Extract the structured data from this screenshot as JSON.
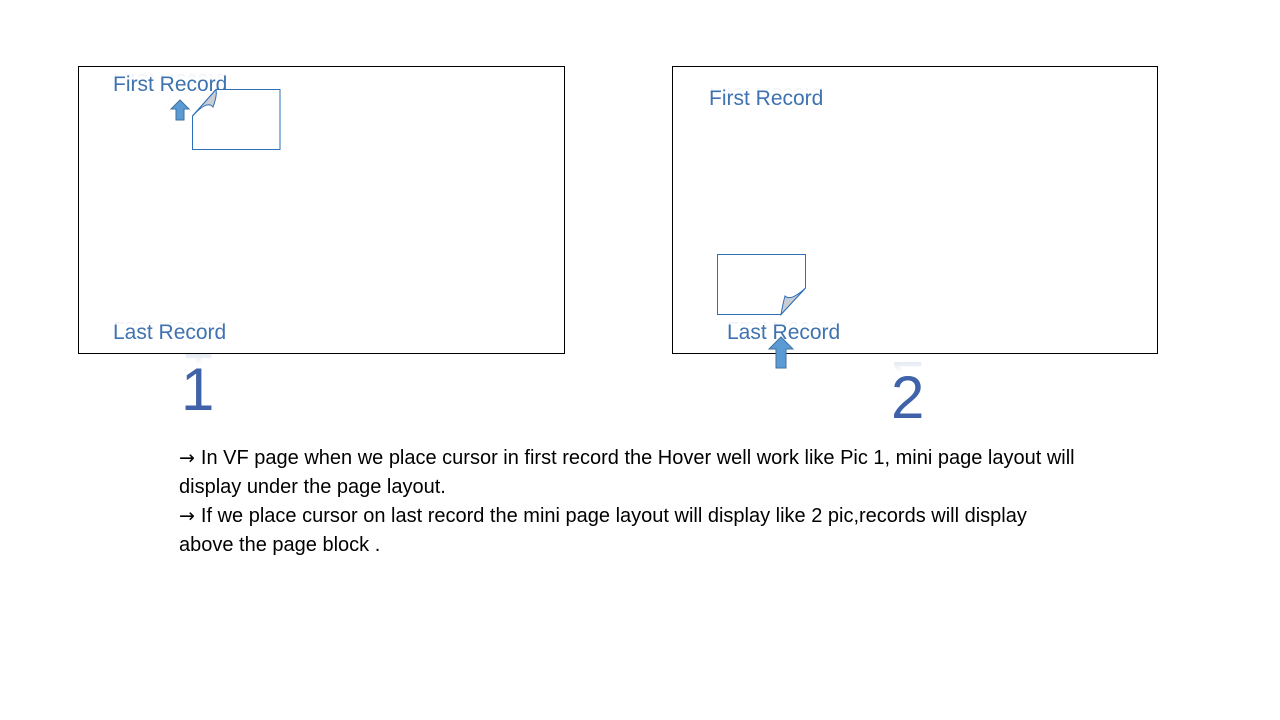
{
  "panel_1": {
    "top_label": "First Record",
    "bottom_label": "Last Record",
    "figure_number": "1"
  },
  "panel_2": {
    "top_label": "First Record",
    "bottom_label": "Last Record",
    "figure_number": "2"
  },
  "notes": {
    "arrow_symbol": "→",
    "line_1": "In VF page when we place cursor in first record the Hover well work like Pic 1, mini page layout will display under the page layout.",
    "line_2": "If we place cursor on last record the mini page layout will display like 2 pic,records will display above the page block ."
  },
  "colors": {
    "label_blue": "#3f72b0",
    "number_blue": "#3f62a8",
    "arrow_fill": "#5b9bd5",
    "arrow_stroke": "#41719c",
    "mini_page_border": "#2e6fb7",
    "curl_fill": "#c8cdd4"
  },
  "icons": {
    "pointer": "up-arrow-icon",
    "mini_page": "page-curl-icon"
  }
}
